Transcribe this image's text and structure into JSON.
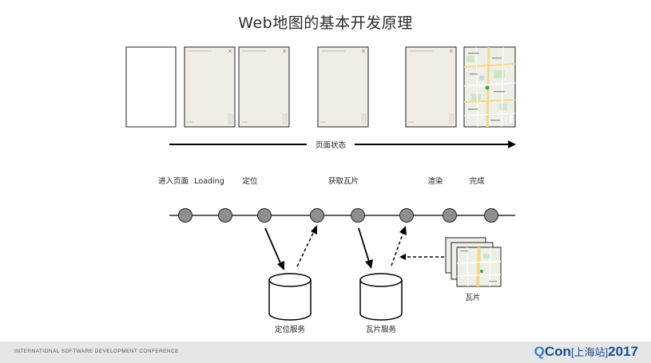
{
  "title": "Web地图的基本开发原理",
  "diagram": {
    "page_state_label": "页面状态",
    "timeline_labels": [
      "进入页面",
      "Loading",
      "定位",
      "获取瓦片",
      "渲染",
      "完成"
    ],
    "services": [
      "定位服务",
      "瓦片服务"
    ],
    "tiles_label": "瓦片"
  },
  "footer": {
    "conference": "INTERNATIONAL SOFTWARE DEVELOPMENT CONFERENCE",
    "brand_q": "Q",
    "brand_con": "Con",
    "brand_city": "[上海站]",
    "brand_year": "2017"
  },
  "colors": {
    "node_fill": "#8f8f8f",
    "phone_bg": "#efede6",
    "footer_bg": "#e4e6e8",
    "brand": "#1a4f8b"
  }
}
